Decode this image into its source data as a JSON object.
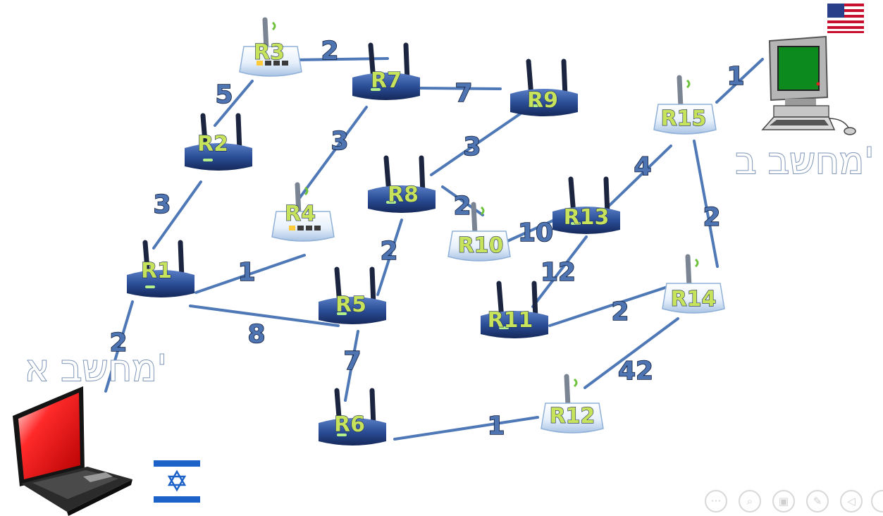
{
  "hosts": {
    "a": {
      "label": "מחשב א'",
      "flag": "israel-flag-icon"
    },
    "b": {
      "label": "מחשב ב'",
      "flag": "usa-flag-icon"
    }
  },
  "routers": [
    {
      "id": "R1",
      "style": "dark"
    },
    {
      "id": "R2",
      "style": "dark"
    },
    {
      "id": "R3",
      "style": "light"
    },
    {
      "id": "R4",
      "style": "light"
    },
    {
      "id": "R5",
      "style": "dark"
    },
    {
      "id": "R6",
      "style": "dark"
    },
    {
      "id": "R7",
      "style": "dark"
    },
    {
      "id": "R8",
      "style": "dark"
    },
    {
      "id": "R9",
      "style": "dark"
    },
    {
      "id": "R10",
      "style": "light"
    },
    {
      "id": "R11",
      "style": "dark"
    },
    {
      "id": "R12",
      "style": "light"
    },
    {
      "id": "R13",
      "style": "dark"
    },
    {
      "id": "R14",
      "style": "light"
    },
    {
      "id": "R15",
      "style": "light"
    }
  ],
  "links": [
    {
      "from": "A",
      "to": "R1",
      "weight": "2"
    },
    {
      "from": "R1",
      "to": "R2",
      "weight": "3"
    },
    {
      "from": "R2",
      "to": "R3",
      "weight": "5"
    },
    {
      "from": "R3",
      "to": "R7",
      "weight": "2"
    },
    {
      "from": "R7",
      "to": "R9",
      "weight": "7"
    },
    {
      "from": "R7",
      "to": "R4",
      "weight": "3"
    },
    {
      "from": "R9",
      "to": "R8",
      "weight": "3"
    },
    {
      "from": "R1",
      "to": "R4",
      "weight": "1"
    },
    {
      "from": "R1",
      "to": "R5",
      "weight": "8"
    },
    {
      "from": "R8",
      "to": "R5",
      "weight": "2"
    },
    {
      "from": "R8",
      "to": "R10",
      "weight": "2"
    },
    {
      "from": "R10",
      "to": "R13",
      "weight": "10"
    },
    {
      "from": "R5",
      "to": "R6",
      "weight": "7"
    },
    {
      "from": "R6",
      "to": "R12",
      "weight": "1"
    },
    {
      "from": "R12",
      "to": "R14",
      "weight": "42"
    },
    {
      "from": "R13",
      "to": "R11",
      "weight": "12"
    },
    {
      "from": "R11",
      "to": "R14",
      "weight": "2"
    },
    {
      "from": "R15",
      "to": "R13",
      "weight": "4"
    },
    {
      "from": "R15",
      "to": "R14",
      "weight": "2"
    },
    {
      "from": "R15",
      "to": "B",
      "weight": "1"
    }
  ],
  "controls": [
    {
      "name": "more-options-icon",
      "glyph": "···"
    },
    {
      "name": "zoom-icon",
      "glyph": "⌕"
    },
    {
      "name": "slides-icon",
      "glyph": "▣"
    },
    {
      "name": "pen-icon",
      "glyph": "✎"
    },
    {
      "name": "previous-icon",
      "glyph": "◁"
    }
  ],
  "colors": {
    "link": "#4f78b6",
    "router_label": "#c7e35c",
    "weight_label": "#4f74b2",
    "router_dark": "#2d4f96",
    "router_light": "#dbe8f7"
  }
}
